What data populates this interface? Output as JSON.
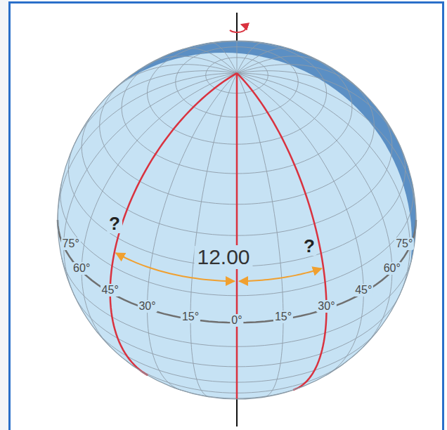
{
  "diagram": {
    "labels": [
      "?",
      "?",
      "12.00",
      "75°",
      "60°",
      "45°",
      "30°",
      "15°",
      "0°",
      "15°",
      "30°",
      "45°",
      "60°",
      "75°"
    ]
  }
}
